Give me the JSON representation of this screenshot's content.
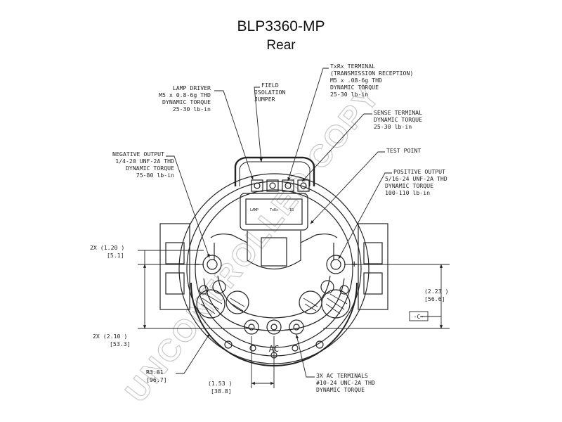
{
  "title": "BLP3360-MP",
  "subtitle": "Rear",
  "watermark": "UNCONTROLLED COPY",
  "callouts": {
    "lamp_driver": [
      "LAMP DRIVER",
      "M5 x 0.8-6g THD",
      "DYNAMIC TORQUE",
      "25-30 lb-in"
    ],
    "field_isolation": [
      "FIELD",
      "ISOLATION",
      "JUMPER"
    ],
    "txrx_terminal": [
      "TxRx TERMINAL",
      "(TRANSMISSION RECEPTION)",
      "M5 x .08-6g THD",
      "DYNAMIC TORQUE",
      "25-30 lb-in"
    ],
    "sense_terminal": [
      "SENSE TERMINAL",
      "DYNAMIC TORQUE",
      "25-30 lb-in"
    ],
    "test_point": [
      "TEST POINT"
    ],
    "negative_output": [
      "NEGATIVE OUTPUT",
      "1/4-20 UNF-2A THD",
      "DYNAMIC TORQUE",
      "75-80 lb-in"
    ],
    "positive_output": [
      "POSITIVE OUTPUT",
      "5/16-24 UNF-2A THD",
      "DYNAMIC TORQUE",
      "100-110 lb-in"
    ],
    "ac_terminals": [
      "3X AC TERMINALS",
      "#10-24 UNC-2A THD",
      "DYNAMIC TORQUE"
    ]
  },
  "dimensions": {
    "d1_top": "2X (1.20 )",
    "d1_bottom": "[5.1]",
    "d2_top": "(2.23 )",
    "d2_bottom": "[56.6]",
    "d3_top": "2X (2.10 )",
    "d3_bottom": "[53.3]",
    "d4_top": "R3.81",
    "d4_bottom": "[96.7]",
    "d5_top": "(1.53 )",
    "d5_bottom": "[38.8]",
    "datum": "-C-"
  },
  "face": {
    "ac": "AC",
    "plus": "+",
    "minus": "−",
    "plug_labels": [
      "LAMP",
      "TxRx",
      "IG"
    ]
  }
}
